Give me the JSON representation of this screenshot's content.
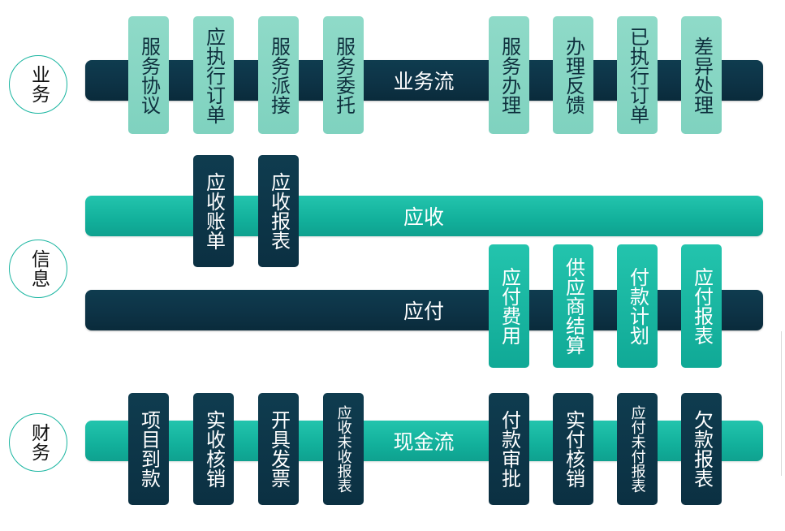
{
  "labels": {
    "business": "业务",
    "info": "信息",
    "finance": "财务"
  },
  "bands": {
    "business": "业务流",
    "receivable": "应收",
    "payable": "应付",
    "cash": "现金流"
  },
  "tiles": {
    "service_agreement": "服务协议",
    "receivable_order": "应执行订单",
    "service_dispatch": "服务派接",
    "service_entrust": "服务委托",
    "service_handling": "服务办理",
    "handling_feedback": "办理反馈",
    "executed_order": "已执行订单",
    "difference_handling": "差异处理",
    "receivable_ledger": "应收账单",
    "receivable_report": "应收报表",
    "payable_fees": "应付费用",
    "supplier_settlement": "供应商结算",
    "payment_plan": "付款计划",
    "payable_report": "应付报表",
    "project_payment_received": "项目到款",
    "actual_receipt_writeoff": "实收核销",
    "issue_invoice": "开具发票",
    "receivable_outstanding_report": "应收未收报表",
    "payment_approval": "付款审批",
    "actual_payment_writeoff": "实付核销",
    "payable_outstanding_report": "应付未付报表",
    "arrears_report": "欠款报表"
  },
  "colors": {
    "navy": "#0d3346",
    "teal": "#12b09b",
    "light_teal": "#7fd2bf",
    "circle_border": "#19b5a0"
  }
}
